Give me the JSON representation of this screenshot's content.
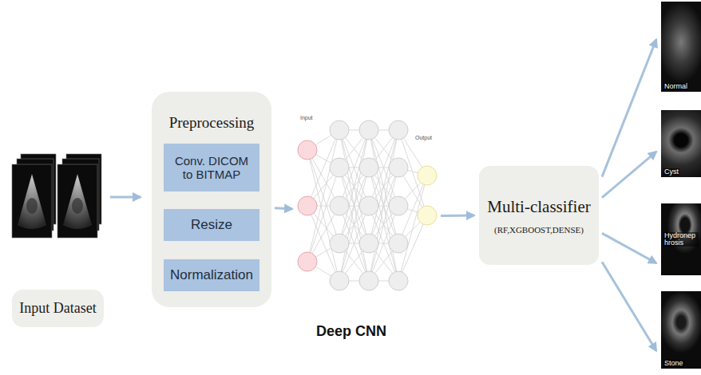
{
  "diagram": {
    "nodes": [
      {
        "text": [
          "Input Dataset"
        ]
      },
      {
        "text": [
          "Preprocessing"
        ]
      },
      {
        "text": [
          "Conv. DICOM to BITMAP"
        ],
        "in": 1
      },
      {
        "text": [
          "Resize"
        ],
        "in": 1
      },
      {
        "text": [
          "Normalization"
        ],
        "in": 1
      },
      {
        "text": [
          "Deep CNN"
        ]
      },
      {
        "text": [
          "Multi-classifier",
          "(RF,XGBOOST,DENSE)"
        ]
      },
      {
        "text": [
          "Normal"
        ]
      },
      {
        "text": [
          "Cyst"
        ]
      },
      {
        "text": [
          "Hydronephrosis"
        ]
      },
      {
        "text": [
          "Stone"
        ]
      }
    ],
    "edges": [
      {
        "from": 1,
        "to": 5,
        "arrow": "to"
      },
      {
        "from": 5,
        "to": 6,
        "arrow": "to"
      },
      {
        "from": 6,
        "to": 7,
        "arrow": "to"
      },
      {
        "from": 6,
        "to": 8,
        "arrow": "to"
      },
      {
        "from": 6,
        "to": 9,
        "arrow": "to"
      },
      {
        "from": 6,
        "to": 10,
        "arrow": "to"
      }
    ],
    "labels": [
      "Input",
      "Output"
    ]
  }
}
